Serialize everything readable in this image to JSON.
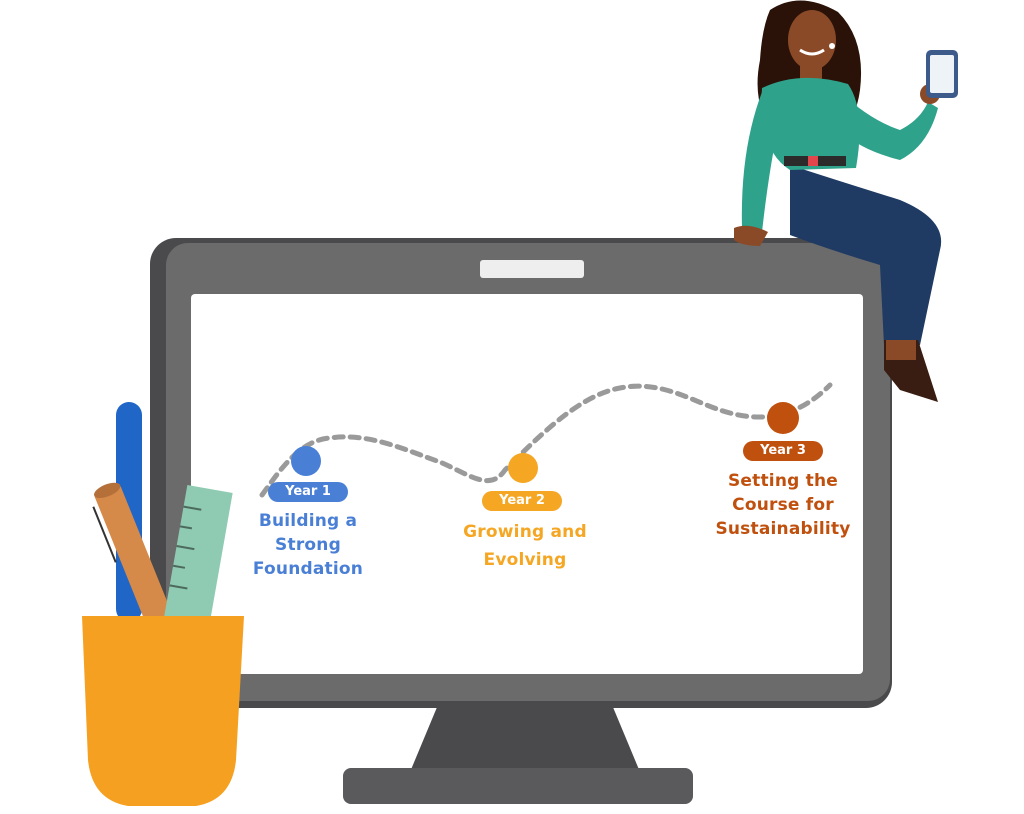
{
  "colors": {
    "year1": "#4a7fd6",
    "year2": "#f5a623",
    "year3": "#c0500e",
    "monitor_frame": "#6b6b6b",
    "monitor_dark": "#3d3d40",
    "path": "#9a9a9a"
  },
  "milestones": [
    {
      "badge": "Year 1",
      "title_lines": [
        "Building a",
        "Strong",
        "Foundation"
      ]
    },
    {
      "badge": "Year 2",
      "title_lines": [
        "Growing and",
        "Evolving"
      ]
    },
    {
      "badge": "Year 3",
      "title_lines": [
        "Setting the",
        "Course for",
        "Sustainability"
      ]
    }
  ]
}
